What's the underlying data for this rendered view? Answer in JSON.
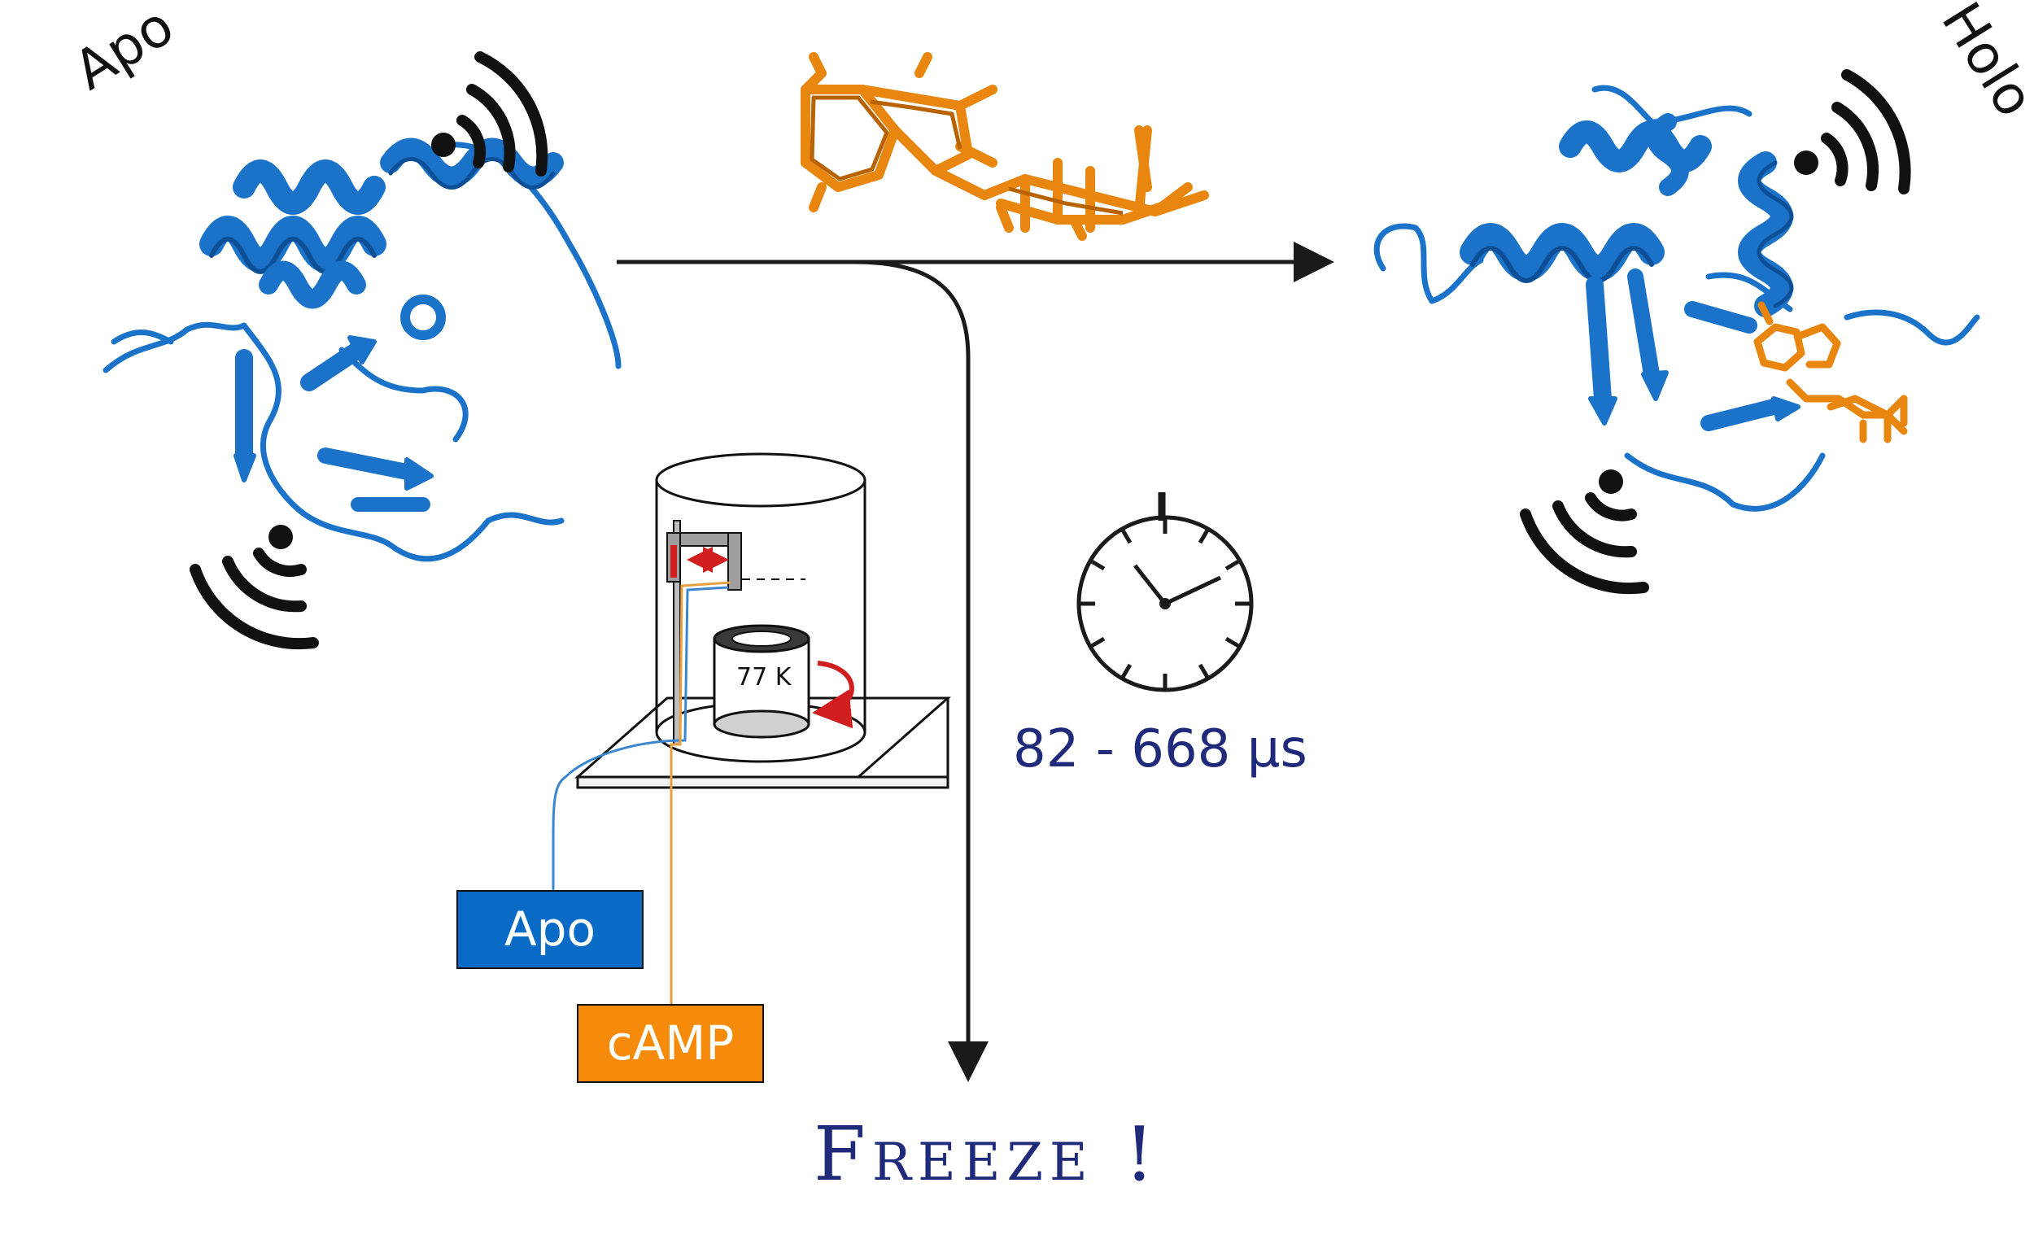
{
  "labels": {
    "apo_state": "Apo",
    "holo_state": "Holo",
    "time_range": "82 - 668 μs",
    "temperature": "77 K",
    "apo_box": "Apo",
    "camp_box": "cAMP",
    "freeze": "Freeze !"
  },
  "colors": {
    "protein": "#1a73c9",
    "protein_dark": "#0d4f96",
    "ligand": "#e8860f",
    "ligand_dark": "#b86200",
    "apo_box": "#0a6bc7",
    "camp_box": "#f58a0b",
    "text_navy": "#1f2a7a",
    "arrow": "#1a1a1a",
    "red_arrow": "#d11e1e",
    "apo_line": "#3a86d0",
    "camp_line": "#e8a040"
  },
  "icons": {
    "protein_apo": "protein-ribbon-icon",
    "protein_holo": "protein-ribbon-icon",
    "ligand": "camp-molecule-icon",
    "signal": "vibration-signal-icon",
    "stopwatch": "stopwatch-icon",
    "cryostat": "cryostat-apparatus-icon"
  }
}
